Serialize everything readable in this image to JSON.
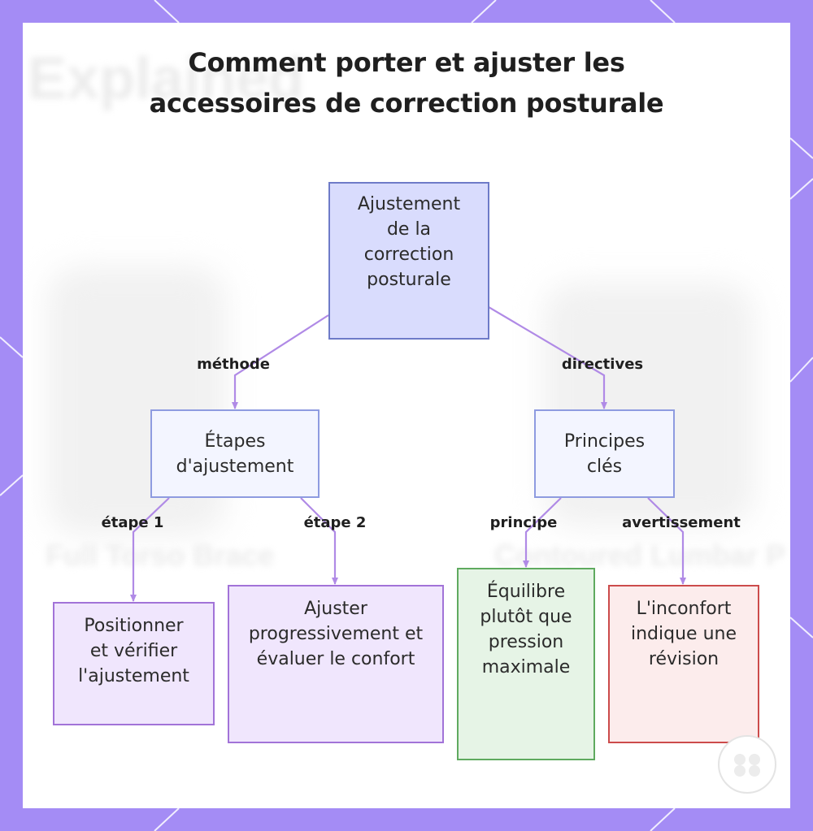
{
  "title": {
    "line1": "Comment porter et ajuster les",
    "line2": "accessoires de correction posturale"
  },
  "nodes": {
    "root": {
      "label": "Ajustement de la correction posturale"
    },
    "steps": {
      "label": "Étapes d'ajustement"
    },
    "principles": {
      "label": "Principes clés"
    },
    "step1": {
      "label": "Positionner et vérifier l'ajustement"
    },
    "step2": {
      "label": "Ajuster progressivement et évaluer le confort"
    },
    "balance": {
      "label": "Équilibre plutôt que pression maximale"
    },
    "discomfort": {
      "label": "L'inconfort indique une révision"
    }
  },
  "edges": {
    "methode": "méthode",
    "directives": "directives",
    "etape1": "étape 1",
    "etape2": "étape 2",
    "principe": "principe",
    "avertissement": "avertissement"
  },
  "background_text": {
    "word": "Explained",
    "left_caption": "Full Torso Brace",
    "right_caption": "Contoured Lumbar P"
  },
  "colors": {
    "frame": "#a48cf5",
    "edge": "#b08ae6",
    "root_fill": "#d9dcfd",
    "root_border": "#6e7bc8",
    "mid_fill": "#f3f5ff",
    "mid_border": "#8e9be0",
    "step_fill": "#f0e6fd",
    "step_border": "#a273d8",
    "green_fill": "#e6f4e6",
    "green_border": "#5faa5f",
    "red_fill": "#fcecec",
    "red_border": "#cc4b4b"
  }
}
